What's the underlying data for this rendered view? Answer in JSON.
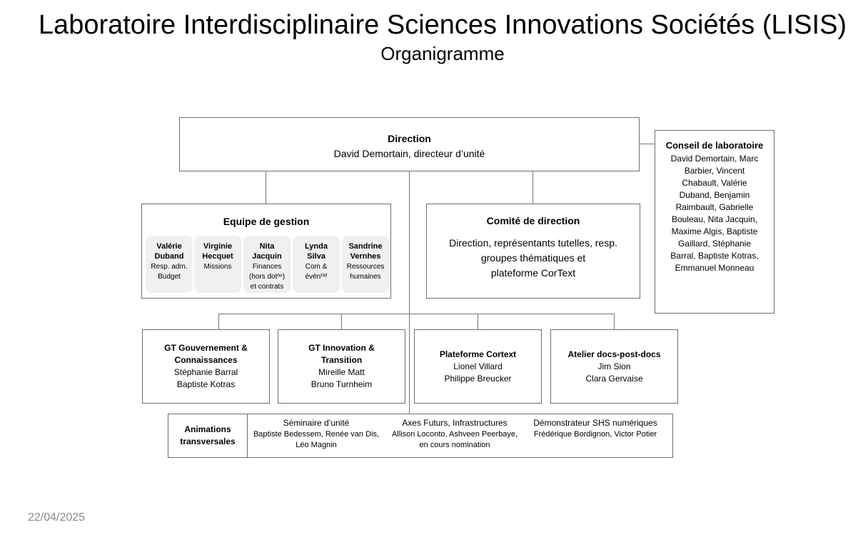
{
  "header": {
    "title": "Laboratoire Interdisciplinaire Sciences Innovations Sociétés (LISIS)",
    "subtitle": "Organigramme"
  },
  "direction": {
    "title": "Direction",
    "person": "David Demortain, directeur d’unité"
  },
  "conseil": {
    "title": "Conseil de laboratoire",
    "members_lines": [
      "David Demortain, Marc",
      "Barbier, Vincent",
      "Chabault, Valérie",
      "Duband, Benjamin",
      "Raimbault, Gabrielle",
      "Bouleau, Nita Jacquin,",
      "Maxime Algis, Baptiste",
      "Gaillard, Stéphanie",
      "Barral, Baptiste Kotras,",
      "Emmanuel Monneau"
    ]
  },
  "equipe_gestion": {
    "title": "Equipe de gestion",
    "members": [
      {
        "first": "Valérie",
        "last": "Duband",
        "role_lines": [
          "Resp. adm.",
          "Budget"
        ]
      },
      {
        "first": "Virginie",
        "last": "Hecquet",
        "role_lines": [
          "Missions"
        ]
      },
      {
        "first": "Nita",
        "last": "Jacquin",
        "role_lines": [
          "Finances",
          "(hors dotᵒⁿ)",
          "et contrats"
        ]
      },
      {
        "first": "Lynda",
        "last": "Silva",
        "role_lines": [
          "Com &",
          "évènᵗⁱᵉˡ"
        ]
      },
      {
        "first": "Sandrine",
        "last": "Vernhes",
        "role_lines": [
          "Ressources",
          "humaines"
        ]
      }
    ]
  },
  "comite": {
    "title": "Comité de direction",
    "lines": [
      "Direction, représentants tutelles, resp.",
      "groupes thématiques et",
      "plateforme CorText"
    ]
  },
  "groups": [
    {
      "title_lines": [
        "GT Gouvernement &",
        "Connaissances"
      ],
      "people": [
        "Stéphanie Barral",
        "Baptiste Kotras"
      ]
    },
    {
      "title_lines": [
        "GT Innovation &",
        "Transition"
      ],
      "people": [
        "Mireille Matt",
        "Bruno Turnheim"
      ]
    },
    {
      "title_lines": [
        "Plateforme Cortext"
      ],
      "people": [
        "Lionel Villard",
        "Philippe Breucker"
      ]
    },
    {
      "title_lines": [
        "Atelier docs-post-docs"
      ],
      "people": [
        "Jim Sion",
        "Clara Gervaise"
      ]
    }
  ],
  "animations": {
    "label_lines": [
      "Animations",
      "transversales"
    ],
    "items": [
      {
        "title": "Séminaire d’unité",
        "people_lines": [
          "Baptiste Bedessem, Renée van Dis,",
          "Léo Magnin"
        ]
      },
      {
        "title": "Axes Futurs, Infrastructures",
        "people_lines": [
          "Allison Loconto, Ashveen Peerbaye,",
          "en cours nomination"
        ]
      },
      {
        "title": "Démonstrateur SHS numériques",
        "people_lines": [
          "Frédérique Bordignon, Victor Potier"
        ]
      }
    ]
  },
  "footer": {
    "date": "22/04/2025"
  }
}
